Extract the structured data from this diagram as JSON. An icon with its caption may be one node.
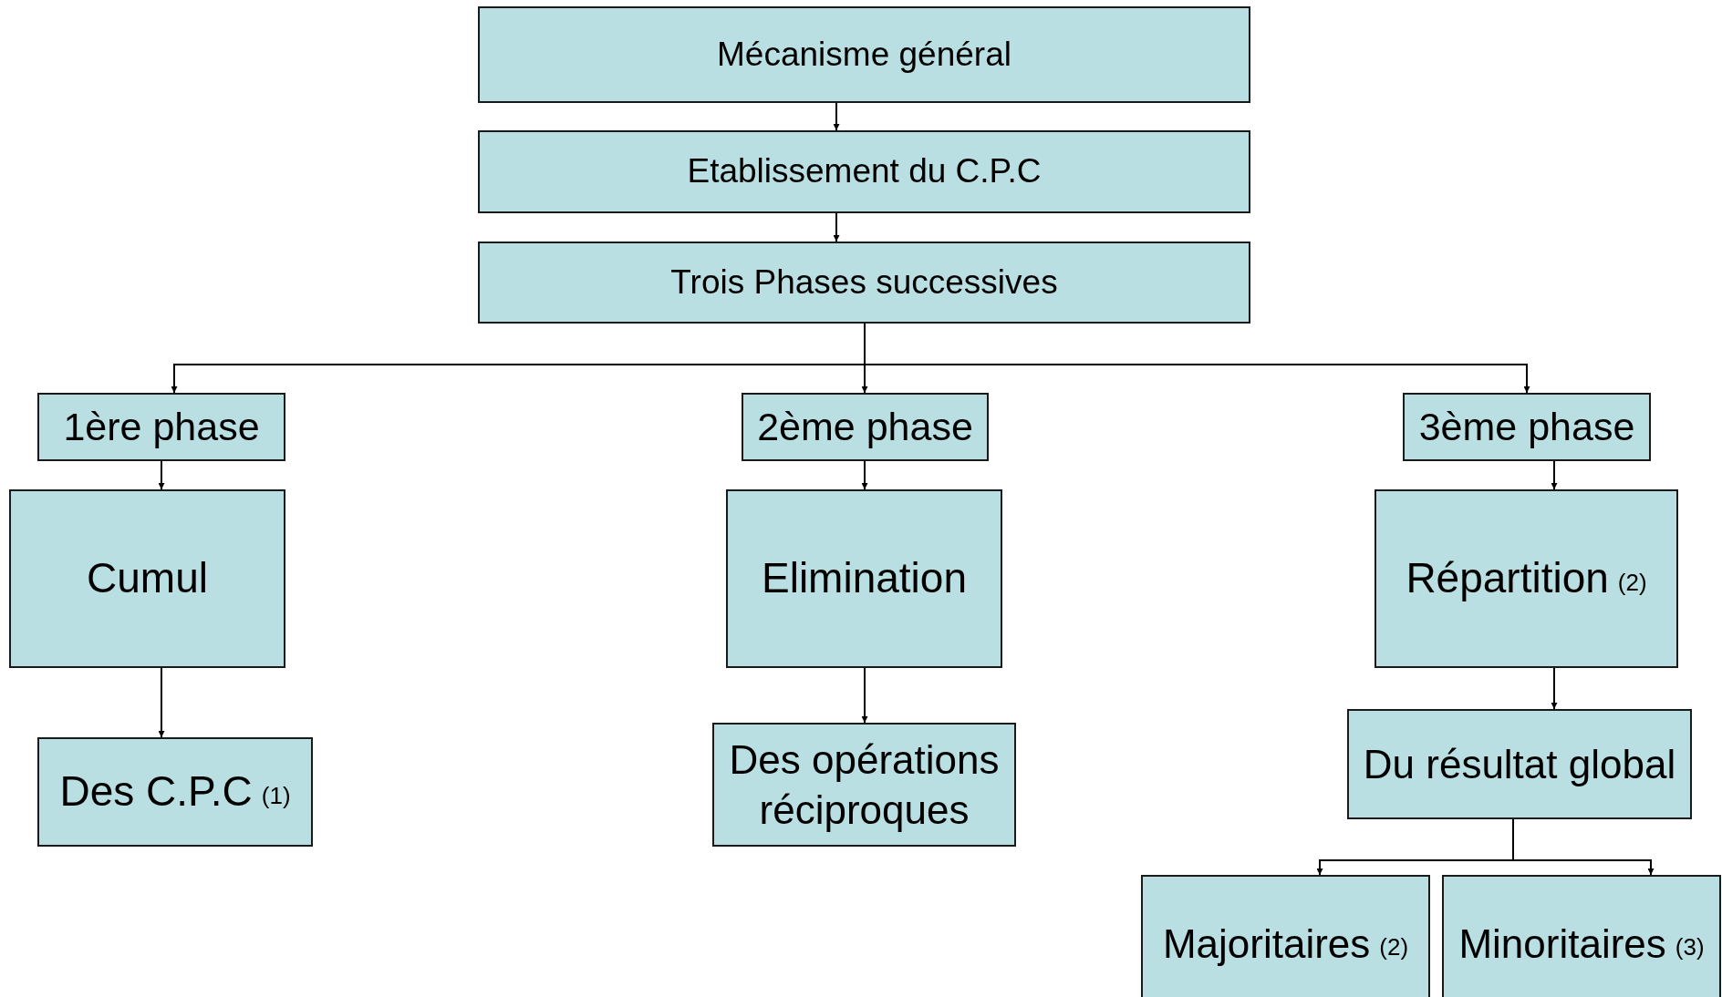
{
  "diagram": {
    "nodes": [
      {
        "text": [
          "Mécanisme général"
        ]
      },
      {
        "text": [
          "Etablissement du C.P.C"
        ]
      },
      {
        "text": [
          "Trois  Phases successives"
        ]
      },
      {
        "text": [
          "1ère phase"
        ]
      },
      {
        "text": [
          "2ème phase"
        ]
      },
      {
        "text": [
          "3ème phase"
        ]
      },
      {
        "text": [
          "Cumul"
        ]
      },
      {
        "text": [
          "Elimination"
        ]
      },
      {
        "text": [
          "Répartition",
          "(2)"
        ]
      },
      {
        "text": [
          "Des C.P.C",
          "(1)"
        ]
      },
      {
        "text": [
          "Des opérations réciproques"
        ]
      },
      {
        "text": [
          "Du résultat global"
        ]
      },
      {
        "text": [
          "Majoritaires",
          "(2)"
        ]
      },
      {
        "text": [
          "Minoritaires",
          "(3)"
        ]
      }
    ],
    "edges": [
      {
        "from": 0,
        "to": 1,
        "arrow": "to"
      },
      {
        "from": 1,
        "to": 2,
        "arrow": "to"
      },
      {
        "from": 2,
        "to": 3,
        "arrow": "to"
      },
      {
        "from": 2,
        "to": 4,
        "arrow": "to"
      },
      {
        "from": 2,
        "to": 5,
        "arrow": "to"
      },
      {
        "from": 3,
        "to": 6,
        "arrow": "to"
      },
      {
        "from": 4,
        "to": 7,
        "arrow": "to"
      },
      {
        "from": 5,
        "to": 8,
        "arrow": "to"
      },
      {
        "from": 6,
        "to": 9,
        "arrow": "to"
      },
      {
        "from": 7,
        "to": 10,
        "arrow": "to"
      },
      {
        "from": 8,
        "to": 11,
        "arrow": "to"
      },
      {
        "from": 11,
        "to": 12,
        "arrow": "to"
      },
      {
        "from": 11,
        "to": 13,
        "arrow": "to"
      }
    ]
  }
}
